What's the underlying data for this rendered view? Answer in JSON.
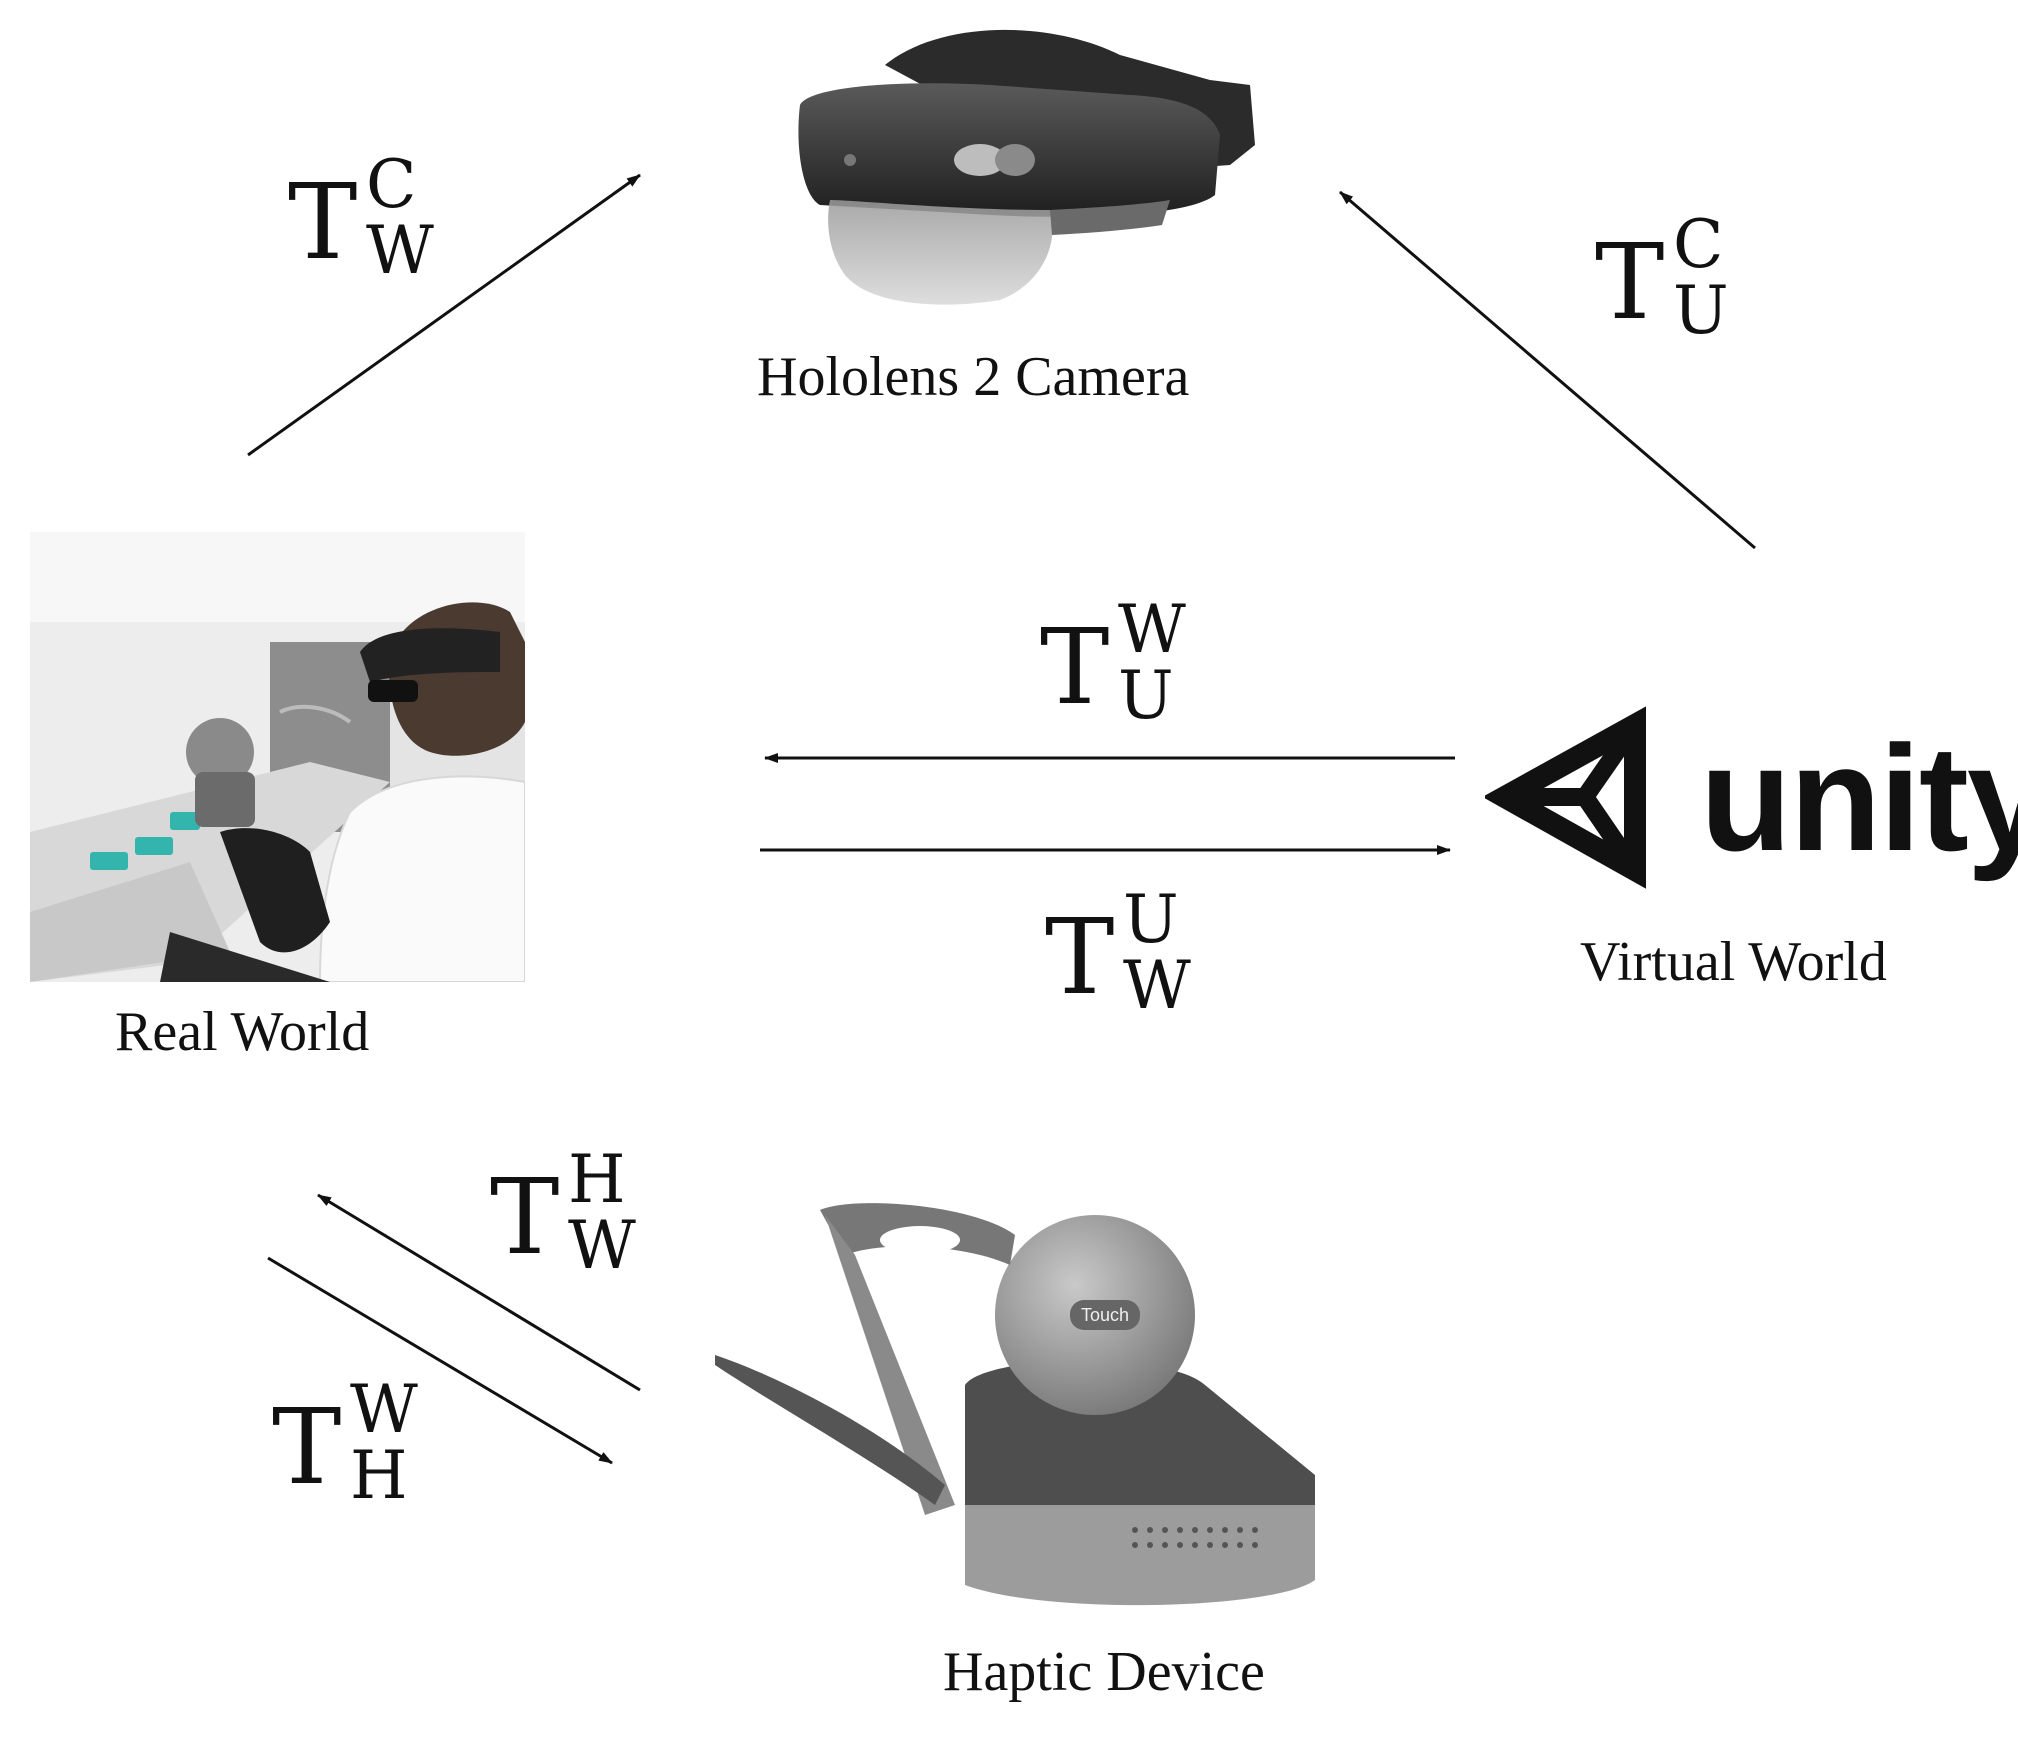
{
  "nodes": {
    "camera": {
      "label": "Hololens 2 Camera",
      "icon": "hololens-headset-icon"
    },
    "real": {
      "label": "Real World",
      "icon": "real-world-photo"
    },
    "virtual": {
      "label": "Virtual World",
      "logo_text": "unity",
      "icon": "unity-logo-icon"
    },
    "haptic": {
      "label": "Haptic Device",
      "icon": "haptic-device-icon"
    }
  },
  "transforms": {
    "w_to_c": {
      "base": "T",
      "sup": "C",
      "sub": "W"
    },
    "u_to_c": {
      "base": "T",
      "sup": "C",
      "sub": "U"
    },
    "u_to_w": {
      "base": "T",
      "sup": "W",
      "sub": "U"
    },
    "w_to_u": {
      "base": "T",
      "sup": "U",
      "sub": "W"
    },
    "w_to_h": {
      "base": "T",
      "sup": "H",
      "sub": "W"
    },
    "h_to_w": {
      "base": "T",
      "sup": "W",
      "sub": "H"
    }
  }
}
